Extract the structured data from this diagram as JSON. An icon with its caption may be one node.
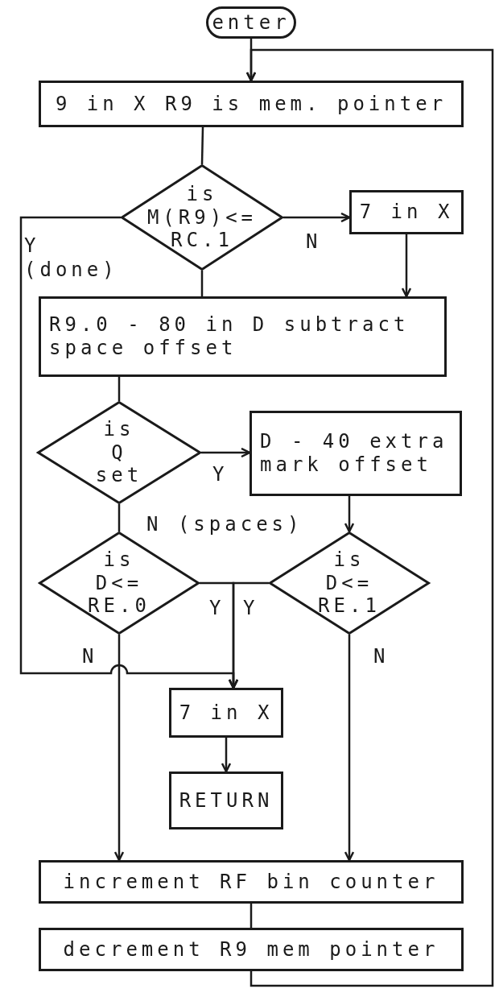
{
  "diagram": {
    "nodes": [
      {
        "text": [
          "enter"
        ]
      },
      {
        "text": [
          "9 in X R9 is mem. pointer"
        ]
      },
      {
        "text": [
          "is M(R9)<= RC.1"
        ]
      },
      {
        "text": [
          "7 in X"
        ]
      },
      {
        "text": [
          "R9.0 - 80 in D subtract space offset"
        ]
      },
      {
        "text": [
          "is Q set"
        ]
      },
      {
        "text": [
          "D - 40 extra mark offset"
        ]
      },
      {
        "text": [
          "is D<= RE.0"
        ]
      },
      {
        "text": [
          "is D<= RE.1"
        ]
      },
      {
        "text": [
          "7 in X"
        ]
      },
      {
        "text": [
          "RETURN"
        ]
      },
      {
        "text": [
          "increment RF bin counter"
        ]
      },
      {
        "text": [
          "decrement R9 mem pointer"
        ]
      }
    ],
    "edges": [
      {
        "from": 0,
        "to": 1,
        "arrow": "to"
      },
      {
        "from": 1,
        "to": 2,
        "arrow": "none"
      },
      {
        "from": 2,
        "to": 3,
        "arrow": "to",
        "label": "N"
      },
      {
        "from": 3,
        "to": 4,
        "arrow": "to"
      },
      {
        "from": 2,
        "to": 4,
        "arrow": "none"
      },
      {
        "from": 2,
        "to": 9,
        "arrow": "to",
        "label": "Y (done)"
      },
      {
        "from": 4,
        "to": 5,
        "arrow": "none"
      },
      {
        "from": 5,
        "to": 6,
        "arrow": "to",
        "label": "Y"
      },
      {
        "from": 5,
        "to": 7,
        "arrow": "none",
        "label": "N (spaces)"
      },
      {
        "from": 6,
        "to": 8,
        "arrow": "to"
      },
      {
        "from": 7,
        "to": 9,
        "arrow": "to",
        "label": "Y"
      },
      {
        "from": 8,
        "to": 9,
        "arrow": "to",
        "label": "Y"
      },
      {
        "from": 7,
        "to": 11,
        "arrow": "to",
        "label": "N"
      },
      {
        "from": 8,
        "to": 11,
        "arrow": "to",
        "label": "N"
      },
      {
        "from": 9,
        "to": 10,
        "arrow": "to"
      },
      {
        "from": 11,
        "to": 12,
        "arrow": "none"
      },
      {
        "from": 12,
        "to": 1,
        "arrow": "to"
      }
    ]
  }
}
